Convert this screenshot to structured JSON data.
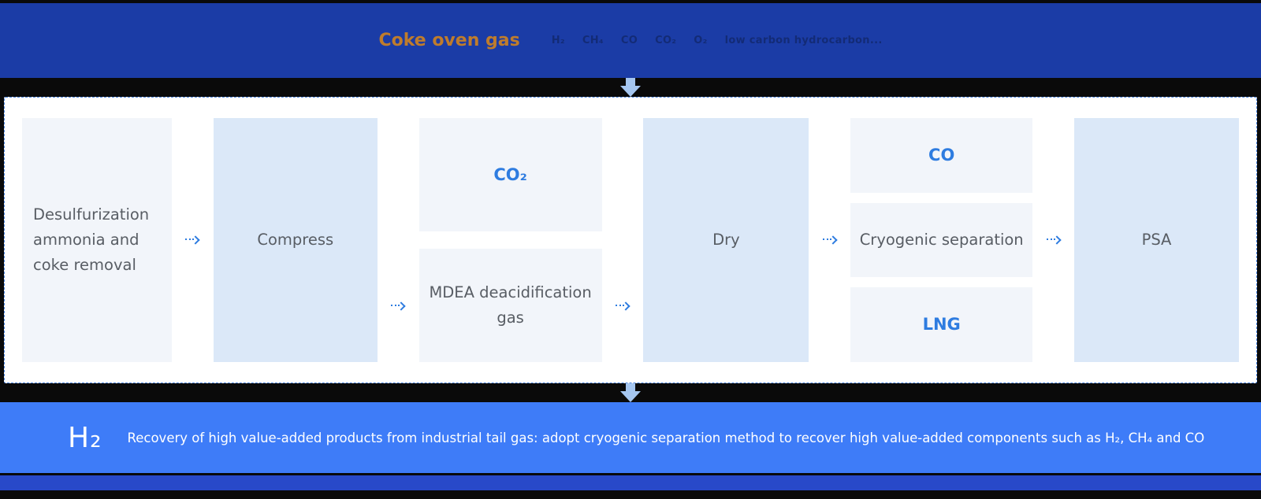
{
  "header": {
    "title": "Coke oven gas",
    "formulas": [
      "H₂",
      "CH₄",
      "CO",
      "CO₂",
      "O₂",
      "low carbon hydrocarbon..."
    ]
  },
  "flow": {
    "stages": [
      {
        "name": "pretreatment",
        "boxes": [
          {
            "label": "Desulfurization ammonia and coke removal"
          }
        ]
      },
      {
        "name": "compress",
        "boxes": [
          {
            "label": "Compress"
          }
        ]
      },
      {
        "name": "deacidification",
        "boxes": [
          {
            "label": "CO₂"
          },
          {
            "label": "MDEA deacidification gas"
          }
        ]
      },
      {
        "name": "dry",
        "boxes": [
          {
            "label": "Dry"
          }
        ]
      },
      {
        "name": "cryogenic-separation",
        "boxes": [
          {
            "label": "CO"
          },
          {
            "label": "Cryogenic separation"
          },
          {
            "label": "LNG"
          }
        ]
      },
      {
        "name": "psa",
        "boxes": [
          {
            "label": "PSA"
          }
        ]
      }
    ]
  },
  "footer": {
    "product": "H₂",
    "description": "Recovery of high value-added products from industrial tail gas: adopt cryogenic separation method to recover high value-added components such as H₂, CH₄ and CO"
  },
  "icons": {
    "arrow-down-icon": "solid light-blue arrow pointing down (CSS triangle + stem)",
    "dashed-arrow-right-icon": "blue dotted line with right chevron (CSS shape)"
  },
  "colors": {
    "top_banner_bg": "#1b3ca6",
    "banner_title": "#bf7c2c",
    "formula_text": "#132b76",
    "box_plain": "#f2f5fa",
    "box_tint": "#dbe8f8",
    "box_text": "#585d64",
    "accent_blue": "#2e7ce0",
    "footer_bg": "#3e7cf8",
    "bottom_strip_bg": "#2849c9",
    "connector_arrow": "#a5c6f0",
    "page_bg": "#0a0a0a"
  }
}
